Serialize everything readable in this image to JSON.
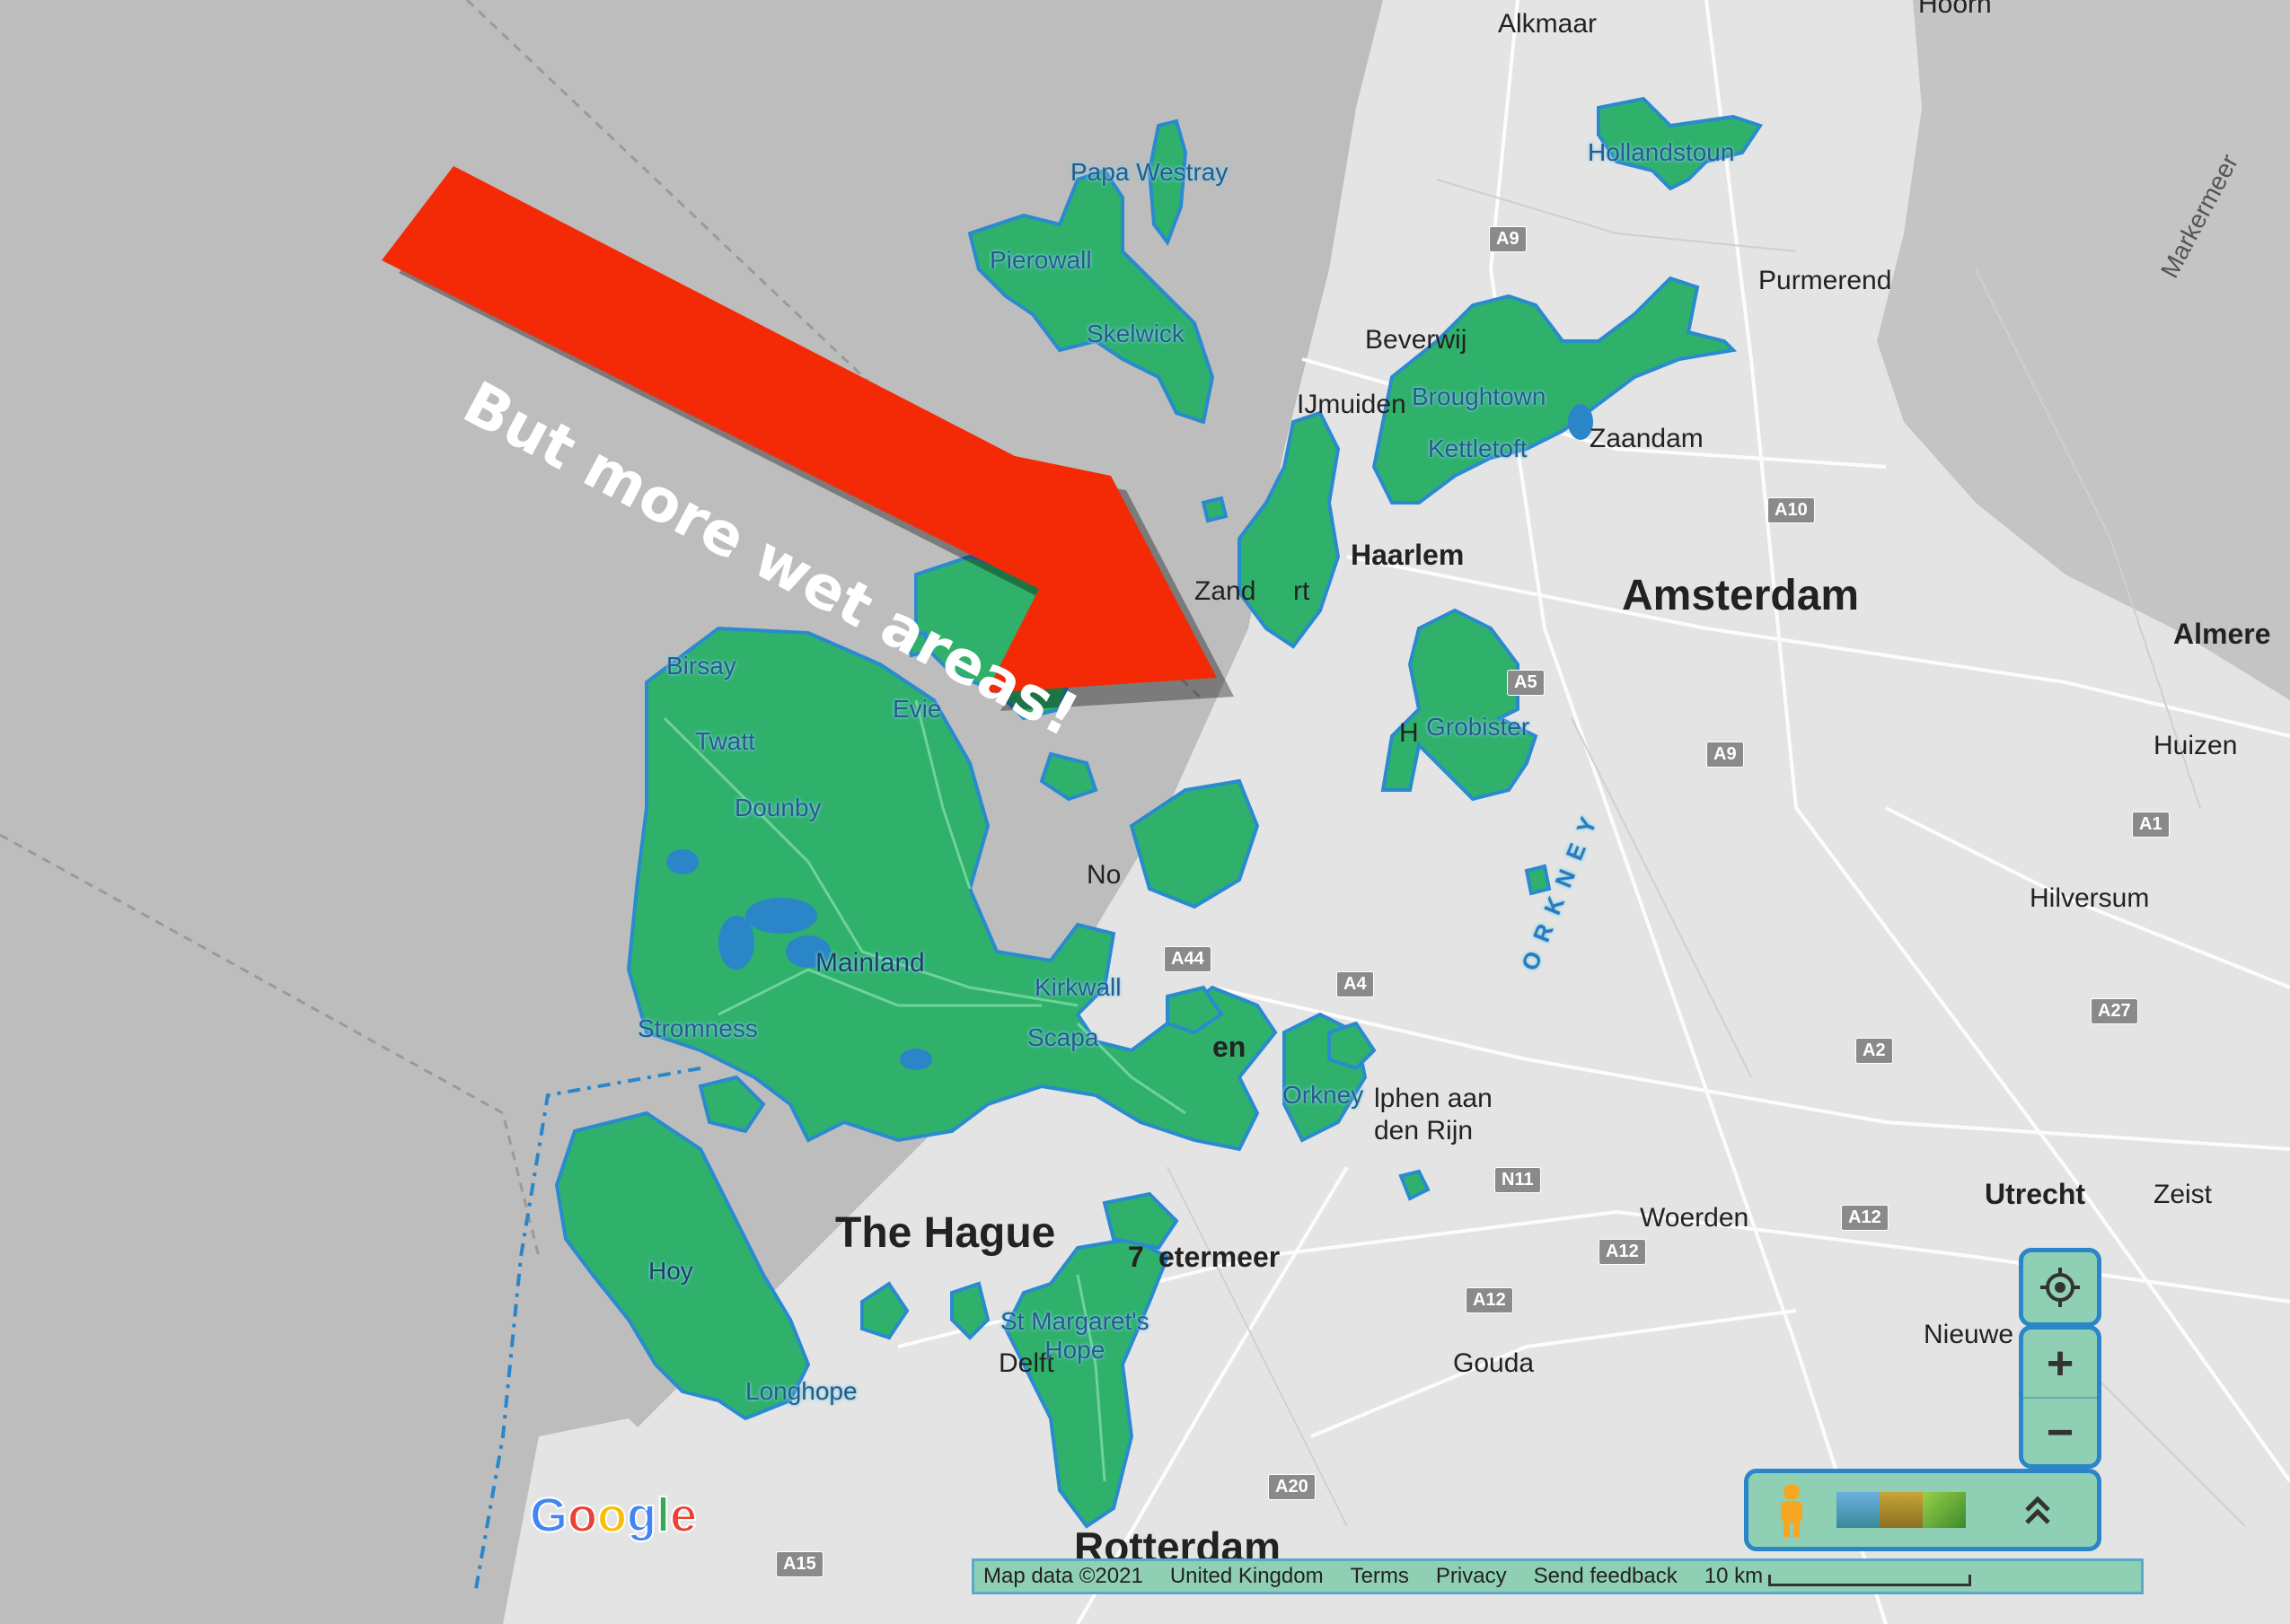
{
  "map": {
    "base_cities": {
      "alkmaar": "Alkmaar",
      "hoorn": "Hoorn",
      "markermeer": "Markermeer",
      "purmerend": "Purmerend",
      "beverwijk": "Beverwij",
      "ijmuiden": "IJmuiden",
      "zaandam": "Zaandam",
      "haarlem": "Haarlem",
      "amsterdam": "Amsterdam",
      "almere": "Almere",
      "zandvoort": "Zand     rt",
      "huizen": "Huizen",
      "hilversum": "Hilversum",
      "noordwijk": "No",
      "leiden": "en",
      "alphen": "lphen aan\nden Rijn",
      "woerden": "Woerden",
      "utrecht": "Utrecht",
      "zeist": "Zeist",
      "the_hague": "The Hague",
      "zoetermeer": "etermeer",
      "zoet_prefix": "7",
      "delft": "Delft",
      "gouda": "Gouda",
      "nieuwegein": "Nieuwe",
      "rotterdam": "Rotterdam",
      "hoofddorp": "H"
    },
    "roads": [
      "A9",
      "A10",
      "A5",
      "A9",
      "A1",
      "A44",
      "A4",
      "A27",
      "A2",
      "N11",
      "A12",
      "A12",
      "A12",
      "A20",
      "A15"
    ],
    "orkney_labels": {
      "papa_westray": "Papa Westray",
      "pierowall": "Pierowall",
      "skelwick": "Skelwick",
      "hollandstoun": "Hollandstoun",
      "broughtown": "Broughtown",
      "kettletoft": "Kettletoft",
      "birsay": "Birsay",
      "evie": "Evie",
      "twatt": "Twatt",
      "dounby": "Dounby",
      "mainland": "Mainland",
      "kirkwall": "Kirkwall",
      "scapa": "Scapa",
      "stromness": "Stromness",
      "orkney": "Orkney",
      "hoy": "Hoy",
      "longhope": "Longhope",
      "st_margarets_hope": "St Margaret's\nHope",
      "grobister": "Grobister",
      "orkney_region": "ORKNEY"
    },
    "colors": {
      "sea": "#bdbdbd",
      "land": "#e2e2e2",
      "island": "#2fb16b",
      "island_outline": "#2a8ad0",
      "arrow": "#f42a06",
      "control_bg": "#8fd0b4",
      "control_border": "#2a86c8"
    }
  },
  "annotation": {
    "text": "But more wet areas!"
  },
  "controls": {
    "locate_icon": "crosshair-icon",
    "zoom_in": "+",
    "zoom_out": "−",
    "pegman_icon": "pegman-icon",
    "expand_icon": "chevron-up-double-icon"
  },
  "footer": {
    "logo": "Google",
    "map_data": "Map data ©2021",
    "country": "United Kingdom",
    "terms": "Terms",
    "privacy": "Privacy",
    "send_feedback": "Send feedback",
    "scale": "10 km"
  }
}
